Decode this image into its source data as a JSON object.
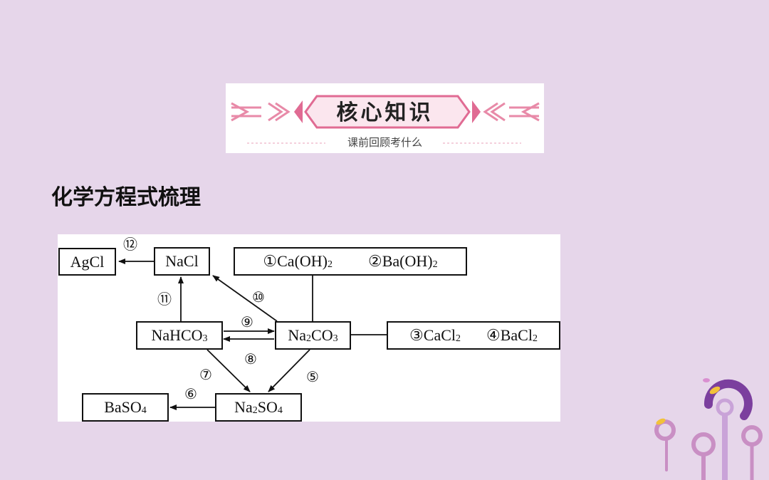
{
  "banner": {
    "title": "核心知识",
    "subtitle": "课前回顾考什么"
  },
  "section": {
    "title": "化学方程式梳理"
  },
  "nodes": {
    "agcl": "AgCl",
    "nacl": "NaCl",
    "bases": {
      "a": "①Ca(OH)",
      "a_sub": "2",
      "b": "②Ba(OH)",
      "b_sub": "2"
    },
    "nahco3": {
      "main": "NaHCO",
      "sub": "3"
    },
    "na2co3": {
      "p1": "Na",
      "s1": "2",
      "p2": "CO",
      "s2": "3"
    },
    "salts": {
      "a": "③CaCl",
      "a_sub": "2",
      "b": "④BaCl",
      "b_sub": "2"
    },
    "baso4": {
      "main": "BaSO",
      "sub": "4"
    },
    "na2so4": {
      "p1": "Na",
      "s1": "2",
      "p2": "SO",
      "s2": "4"
    }
  },
  "reactions": {
    "r5": "⑤",
    "r6": "⑥",
    "r7": "⑦",
    "r8": "⑧",
    "r9": "⑨",
    "r10": "⑩",
    "r11": "⑪",
    "r12": "⑫"
  }
}
